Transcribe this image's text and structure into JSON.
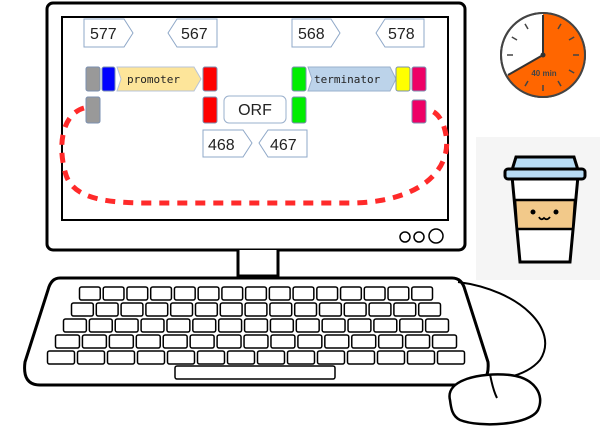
{
  "screen": {
    "primers_top": [
      "577",
      "567",
      "568",
      "578"
    ],
    "primers_bottom": [
      "468",
      "467"
    ],
    "parts": {
      "promoter": "promoter",
      "terminator": "terminator",
      "orf": "ORF"
    }
  },
  "timer": {
    "label": "40 min",
    "minutes": 40,
    "total_minutes": 60
  },
  "colors": {
    "gray": "#999999",
    "blue": "#0000ff",
    "red": "#ff0000",
    "green": "#00ee00",
    "yellow": "#ffff00",
    "pink": "#ee0066",
    "promoter": "#fde59a",
    "terminator": "#bcd3ea",
    "loop": "#ff2a2a",
    "timer": "#ff6600"
  }
}
